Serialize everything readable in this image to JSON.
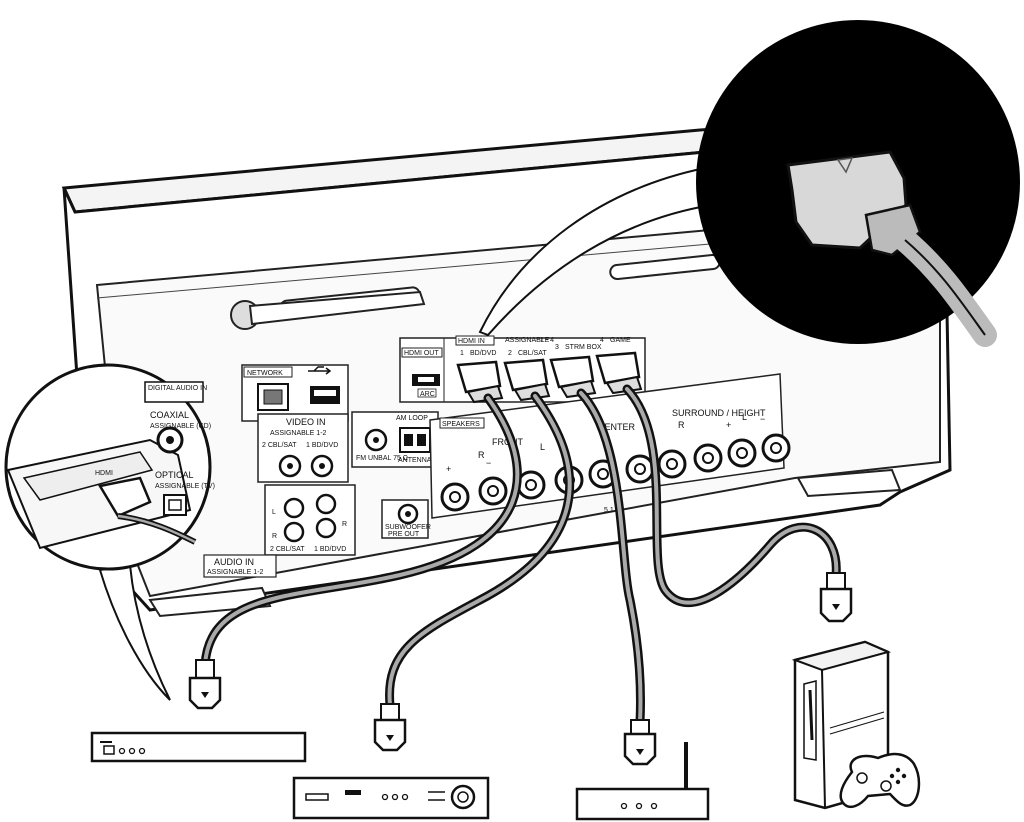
{
  "labels": {
    "network": "NETWORK",
    "hdmi_out": "HDMI OUT",
    "arc": "ARC",
    "hdmi_in": "HDMI IN",
    "assignable": "ASSIGNABLE",
    "hdmi_in_range": "1 - 4",
    "input_1": "1",
    "input_1_sub": "BD/DVD",
    "input_2": "2",
    "input_2_sub": "CBL/SAT",
    "input_3": "3",
    "input_3_sub": "STRM BOX",
    "input_4": "4",
    "input_4_sub": "GAME",
    "video_in": "VIDEO IN",
    "video_in_assignable": "ASSIGNABLE 1-2",
    "video_cbl_sat": "2 CBL/SAT",
    "video_bd_dvd": "1 BD/DVD",
    "am_loop": "AM LOOP",
    "fm_unbal": "FM UNBAL 75 Ω",
    "antenna": "ANTENNA",
    "speakers": "SPEAKERS",
    "front": "FRONT",
    "center": "CENTER",
    "surround_height": "SURROUND / HEIGHT",
    "subwoofer": "SUBWOOFER",
    "pre_out": "PRE OUT",
    "digital_audio_in": "DIGITAL AUDIO IN",
    "coaxial": "COAXIAL",
    "coaxial_sub": "ASSIGNABLE (CD)",
    "optical": "OPTICAL",
    "optical_sub": "ASSIGNABLE (TV)",
    "hdmi": "HDMI",
    "audio_in": "AUDIO IN",
    "audio_in_assignable": "ASSIGNABLE 1-2",
    "audio_cbl_sat": "2 CBL/SAT",
    "audio_bd_dvd": "1 BD/DVD",
    "channel_l": "L",
    "channel_r": "R",
    "plus": "+",
    "minus": "−",
    "channel_count": "5.1"
  }
}
